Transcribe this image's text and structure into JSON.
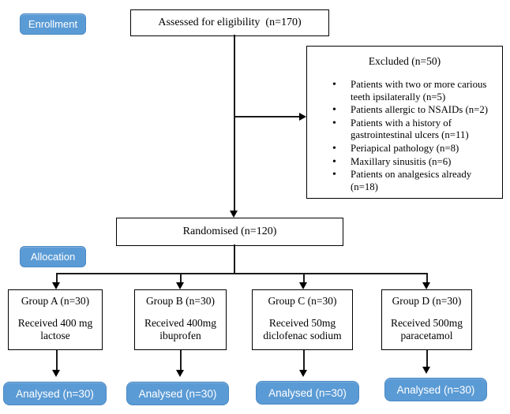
{
  "colors": {
    "accent_blue": "#5b9bd5",
    "accent_blue_border": "#4a89c4",
    "box_border": "#000000",
    "background": "#ffffff"
  },
  "stage_labels": {
    "enrollment": "Enrollment",
    "allocation": "Allocation"
  },
  "flow": {
    "assessed": "Assessed for eligibility  (n=170)",
    "excluded": {
      "title": "Excluded (n=50)",
      "reasons": [
        "Patients with two or more carious teeth ipsilaterally (n=5)",
        "Patients allergic to NSAIDs (n=2)",
        "Patients with a history of gastrointestinal ulcers (n=11)",
        "Periapical pathology (n=8)",
        "Maxillary sinusitis (n=6)",
        "Patients on analgesics already (n=18)"
      ]
    },
    "randomised": "Randomised (n=120)",
    "groups": [
      {
        "title": "Group A (n=30)",
        "detail": "Received 400 mg lactose"
      },
      {
        "title": "Group B (n=30)",
        "detail": "Received 400mg ibuprofen"
      },
      {
        "title": "Group C (n=30)",
        "detail": "Received 50mg diclofenac sodium"
      },
      {
        "title": "Group D (n=30)",
        "detail": "Received 500mg paracetamol"
      }
    ],
    "analysed": [
      "Analysed (n=30)",
      "Analysed (n=30)",
      "Analysed (n=30)",
      "Analysed (n=30)"
    ]
  }
}
